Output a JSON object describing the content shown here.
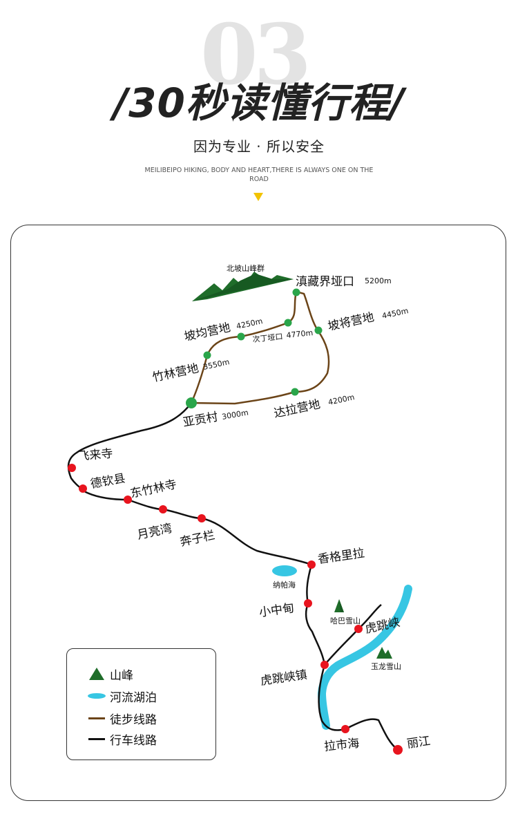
{
  "header": {
    "big_number": "03",
    "title": "/30秒读懂行程/",
    "subtitle": "因为专业 · 所以安全",
    "english_tagline": "MEILIBEIPO HIKING, BODY AND HEART,THERE IS ALWAYS ONE ON THE ROAD"
  },
  "map": {
    "mountain_group": "北坡山峰群",
    "trek_points": [
      {
        "name": "滇藏界垭口",
        "alt": "5200m"
      },
      {
        "name": "坡均营地",
        "alt": "4250m"
      },
      {
        "name": "次丁垭口",
        "alt": "4770m"
      },
      {
        "name": "坡将营地",
        "alt": "4450m"
      },
      {
        "name": "竹林营地",
        "alt": "3550m"
      },
      {
        "name": "亚贡村",
        "alt": "3000m"
      },
      {
        "name": "达拉营地",
        "alt": "4200m"
      }
    ],
    "drive_points": [
      "飞来寺",
      "德钦县",
      "东竹林寺",
      "月亮湾",
      "奔子栏",
      "香格里拉",
      "小中甸",
      "虎跳峡",
      "虎跳峡镇",
      "拉市海",
      "丽江"
    ],
    "lake": "纳帕海",
    "mountains": [
      "哈巴雪山",
      "玉龙雪山"
    ]
  },
  "legend": {
    "peak": "山峰",
    "water": "河流湖泊",
    "trek": "徒步线路",
    "drive": "行车线路"
  },
  "colors": {
    "drive_route": "#111111",
    "trek_route": "#6b4418",
    "drive_point": "#e8141e",
    "trek_point": "#2aa54a",
    "mountain": "#1f6d2a",
    "water": "#37c6e3",
    "accent_marker": "#f2c300"
  }
}
